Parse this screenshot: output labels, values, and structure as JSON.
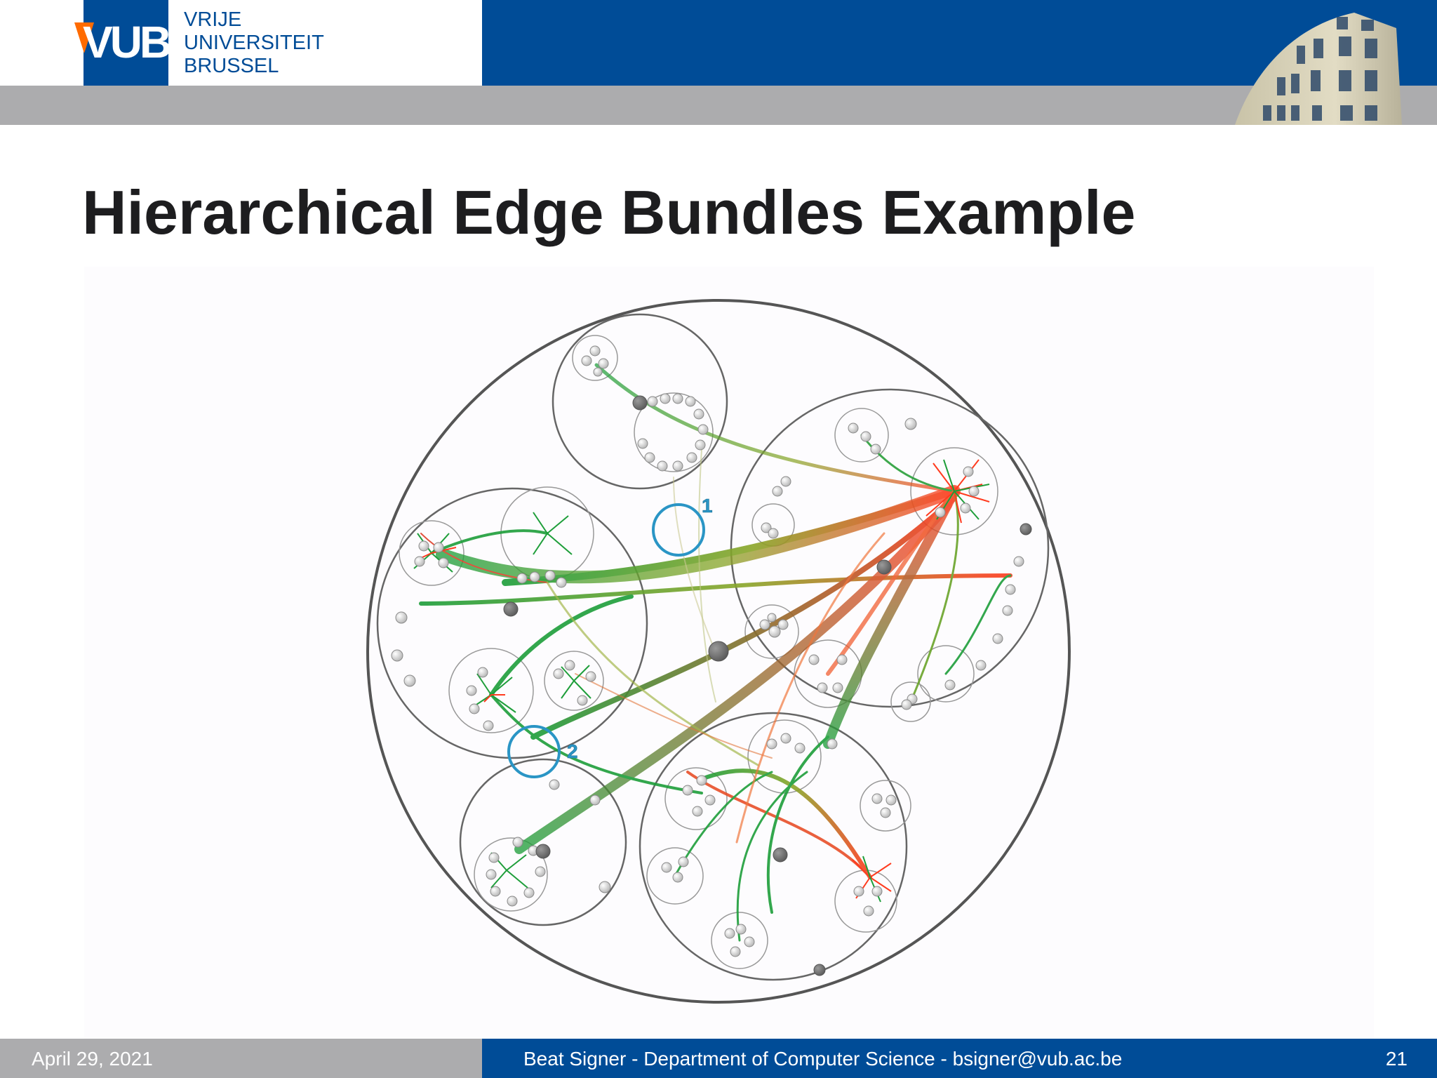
{
  "header": {
    "logo": {
      "mark": "VUB",
      "name_lines": [
        "VRIJE",
        "UNIVERSITEIT",
        "BRUSSEL"
      ]
    },
    "brand_colors": {
      "blue": "#004c97",
      "gray": "#acacae",
      "accent": "#ff6b00"
    }
  },
  "slide": {
    "title": "Hierarchical Edge Bundles Example"
  },
  "figure": {
    "markers": [
      {
        "label": "1"
      },
      {
        "label": "2"
      }
    ],
    "edge_colors": {
      "start": "#1e9e3a",
      "end": "#ff3b1f"
    },
    "marker_color": "#2a95c5"
  },
  "footer": {
    "date": "April 29, 2021",
    "author": "Beat Signer - Department of Computer Science - bsigner@vub.ac.be",
    "page": "21"
  }
}
